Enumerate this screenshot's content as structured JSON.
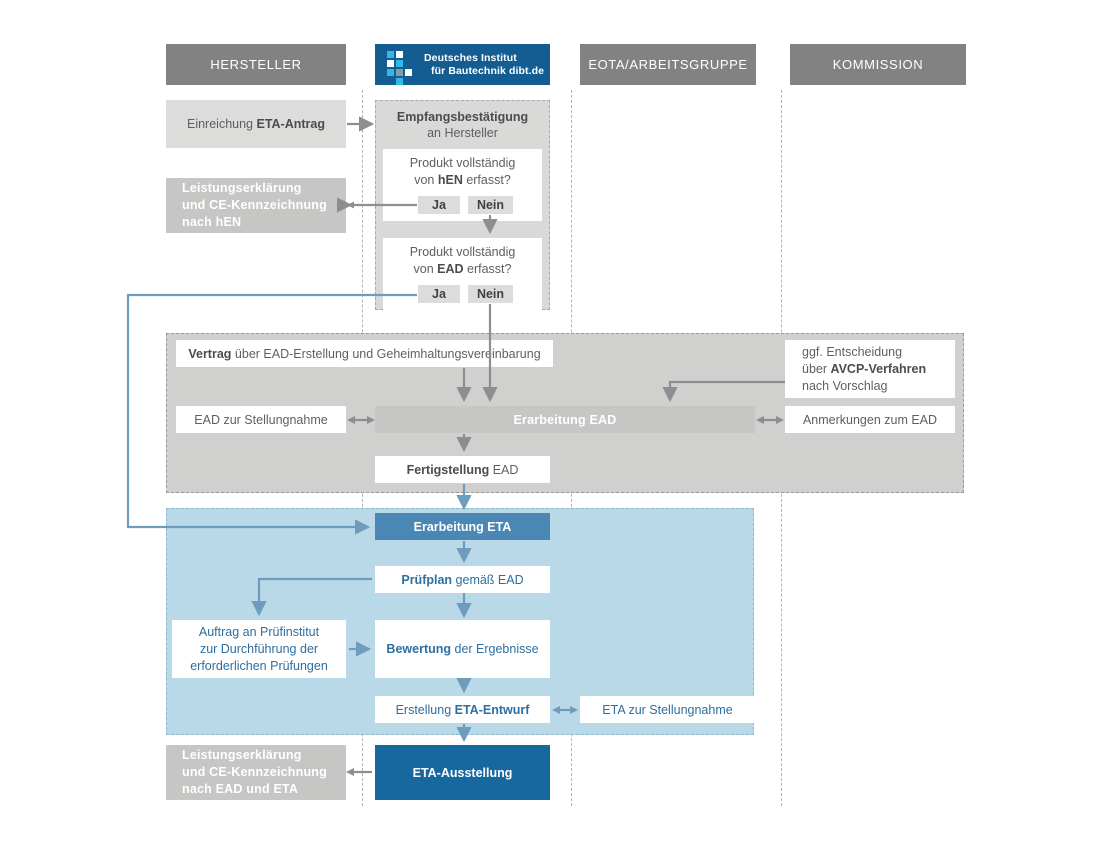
{
  "columns": [
    {
      "id": "hersteller",
      "label": "HERSTELLER"
    },
    {
      "id": "dibt",
      "label": "Deutsches Institut für Bautechnik dibt.de",
      "logo_line1": "Deutsches Institut",
      "logo_line2": "für Bautechnik ",
      "logo_line2_bold": "dibt.de"
    },
    {
      "id": "eota",
      "label": "EOTA/ARBEITSGRUPPE"
    },
    {
      "id": "kommission",
      "label": "KOMMISSION"
    }
  ],
  "nodes": {
    "einreichung": {
      "pre": "Einreichung ",
      "bold": "ETA-Antrag",
      "post": ""
    },
    "empfangsbestaetigung": {
      "line1": "Empfangsbestätigung",
      "line2": "an Hersteller"
    },
    "decision_hen": {
      "line1": "Produkt vollständig",
      "pre": "von ",
      "bold": "hEN",
      "post": " erfasst?",
      "yes": "Ja",
      "no": "Nein"
    },
    "decision_ead": {
      "line1": "Produkt vollständig",
      "pre": "von ",
      "bold": "EAD",
      "post": " erfasst?",
      "yes": "Ja",
      "no": "Nein"
    },
    "leistung_hen": {
      "line1": "Leistungserklärung",
      "line2": "und CE-Kennzeichnung",
      "line3": "nach hEN"
    },
    "vertrag": {
      "pre": "",
      "bold": "Vertrag",
      "post": " über EAD-Erstellung und Geheimhaltungsvereinbarung"
    },
    "ead_stellungnahme": {
      "text": "EAD zur Stellungnahme"
    },
    "erarbeitung_ead": {
      "text": "Erarbeitung EAD"
    },
    "anmerkungen_ead": {
      "text": "Anmerkungen zum EAD"
    },
    "avcp": {
      "line1": "ggf. Entscheidung",
      "pre": "über ",
      "bold": "AVCP-Verfahren",
      "post": "",
      "line3": "nach Vorschlag"
    },
    "fertigstellung": {
      "bold": "Fertigstellung",
      "post": " EAD"
    },
    "erarbeitung_eta": {
      "text": "Erarbeitung ETA"
    },
    "pruefplan": {
      "bold": "Prüfplan",
      "post": " gemäß EAD"
    },
    "auftrag": {
      "line1": "Auftrag an Prüfinstitut",
      "line2": "zur Durchführung der",
      "line3": "erforderlichen Prüfungen"
    },
    "bewertung": {
      "bold": "Bewertung",
      "post": " der Ergebnisse"
    },
    "erstellung_entwurf": {
      "pre": "Erstellung ",
      "bold": "ETA-Entwurf",
      "post": ""
    },
    "eta_stellungnahme": {
      "text": "ETA zur Stellungnahme"
    },
    "eta_ausstellung": {
      "text": "ETA-Ausstellung"
    },
    "leistung_ead_eta": {
      "line1": "Leistungserklärung",
      "line2": "und CE-Kennzeichnung",
      "line3": "nach EAD und ETA"
    }
  },
  "colors": {
    "header_gray": "#828282",
    "brand_blue": "#135d93",
    "band_ead_gray": "#d0d0ce",
    "band_eta_blue": "#b9d9e9",
    "node_light_gray": "#dcdcda",
    "node_mid_gray": "#c6c6c4",
    "node_blue_mid": "#4a87b5",
    "node_blue_dark": "#17689f",
    "connector_gray": "#8c8f91",
    "connector_blue": "#6d9cbd"
  }
}
